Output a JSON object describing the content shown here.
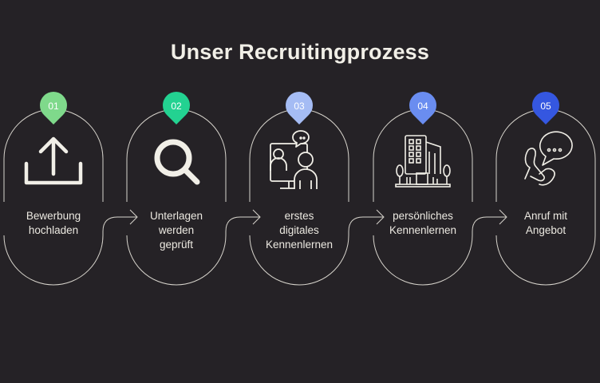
{
  "title": "Unser Recruitingprozess",
  "steps": [
    {
      "number": "01",
      "label_lines": [
        "Bewerbung",
        "hochladen"
      ],
      "color": "#7fd98b",
      "icon": "upload-icon"
    },
    {
      "number": "02",
      "label_lines": [
        "Unterlagen",
        "werden",
        "geprüft"
      ],
      "color": "#23d291",
      "icon": "search-icon"
    },
    {
      "number": "03",
      "label_lines": [
        "erstes",
        "digitales",
        "Kennenlernen"
      ],
      "color": "#a5bcf4",
      "icon": "video-call-icon"
    },
    {
      "number": "04",
      "label_lines": [
        "persönliches",
        "Kennenlernen"
      ],
      "color": "#6a8df0",
      "icon": "office-building-icon"
    },
    {
      "number": "05",
      "label_lines": [
        "Anruf mit",
        "Angebot"
      ],
      "color": "#3557e0",
      "icon": "phone-call-icon"
    }
  ]
}
